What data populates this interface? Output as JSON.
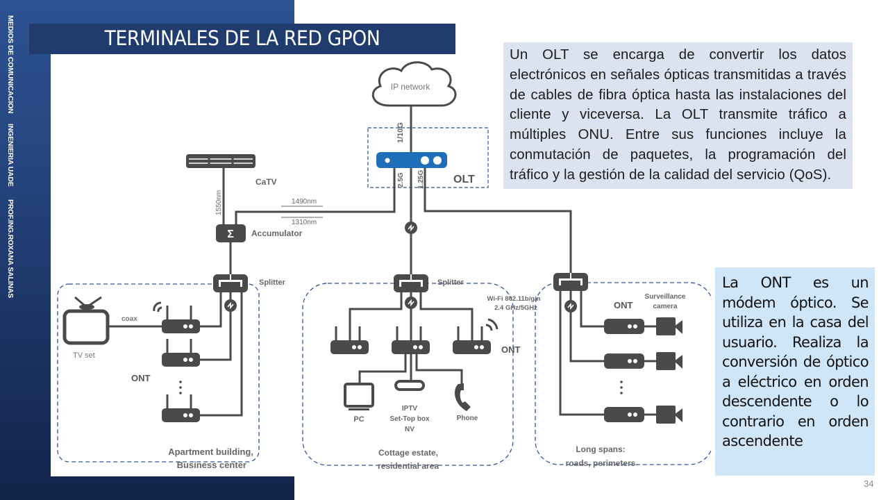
{
  "sidebar": {
    "lines": [
      "MEDIOS DE COMUNICACION",
      "INGENIERIA  UADE",
      "PROF.ING.ROXANA SALINAS"
    ]
  },
  "header": {
    "title": "TERMINALES DE LA RED GPON"
  },
  "diagram": {
    "cloud_label": "IP network",
    "uplink_label": "1/10G",
    "olt_label": "OLT",
    "down_rate": "2.5G",
    "up_rate": "1.25G",
    "catv_label": "CaTV",
    "catv_wavelength": "1550nm",
    "down_wavelength": "1490nm",
    "up_wavelength": "1310nm",
    "accumulator_label": "Accumulator",
    "accumulator_symbol": "Σ",
    "splitter_label": "Splitter",
    "zones": [
      {
        "name": "Apartment building, Business center",
        "line1": "Apartment building,",
        "line2": "Business center",
        "tv_label": "TV set",
        "coax_label": "coax",
        "ont_label": "ONT"
      },
      {
        "name": "Cottage estate, residential area",
        "line1": "Cottage estate,",
        "line2": "residential area",
        "wifi_line1": "Wi-Fi 802.11b/g/n",
        "wifi_line2": "2.4 GHz/5GHz",
        "ont_label": "ONT",
        "pc_label": "PC",
        "stb_line1": "IPTV",
        "stb_line2": "Set-Top box",
        "stb_line3": "NV",
        "phone_label": "Phone"
      },
      {
        "name": "Long spans: roads, perimeters",
        "line1": "Long spans:",
        "line2": "roads, perimeters",
        "ont_label": "ONT",
        "camera_line1": "Surveillance",
        "camera_line2": "camera"
      }
    ]
  },
  "olt_description": "Un OLT se encarga de convertir los datos electrónicos en señales ópticas transmitidas a través de cables de fibra óptica hasta las instalaciones del cliente y viceversa. La OLT transmite tráfico a múltiples ONU. Entre sus funciones incluye la conmutación de paquetes, la programación del tráfico y la gestión de la calidad del servicio (QoS).",
  "ont_description": "La ONT es un módem óptico. Se utiliza en la casa del usuario. Realiza la conversión de óptico a eléctrico en orden descendente o lo contrario en orden ascendente",
  "page_number": "34",
  "colors": {
    "band_top": "#2d5293",
    "band_bottom": "#13244a",
    "title_bar": "#203b6e",
    "olt_device": "#1f6fb8",
    "device_gray": "#4a4a4a",
    "dashed_outline": "#2f5597",
    "olt_box_bg": "#dbe3f1",
    "ont_box_bg": "#cfe6f8"
  }
}
